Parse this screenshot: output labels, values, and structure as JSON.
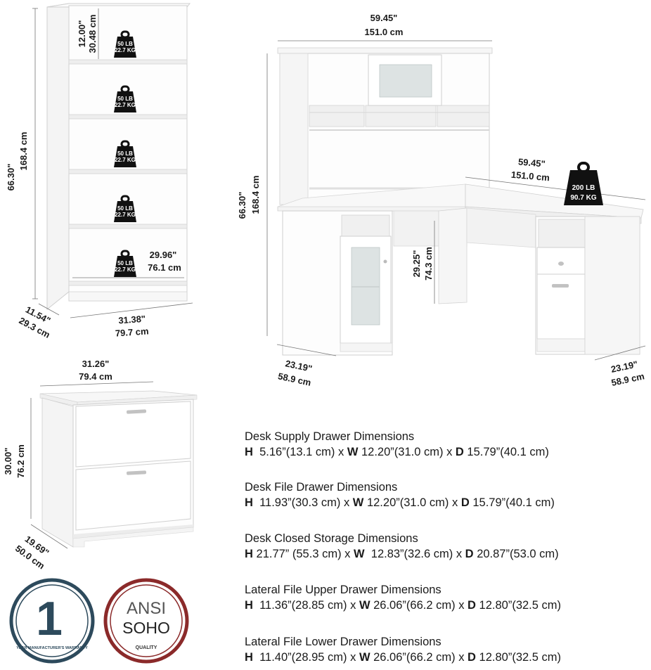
{
  "bookcase": {
    "height_in": "66.30\"",
    "height_cm": "168.4 cm",
    "depth_in": "11.54\"",
    "depth_cm": "29.3 cm",
    "width_in": "31.38\"",
    "width_cm": "79.7 cm",
    "shelf_gap_in": "12.00\"",
    "shelf_gap_cm": "30.48 cm",
    "shelf_width_in": "29.96\"",
    "shelf_width_cm": "76.1 cm",
    "shelf_load_lb": "50 LB",
    "shelf_load_kg": "22.7 KG"
  },
  "desk": {
    "hutch_width_in": "59.45\"",
    "hutch_width_cm": "151.0 cm",
    "return_width_in": "59.45\"",
    "return_width_cm": "151.0 cm",
    "height_in": "66.30\"",
    "height_cm": "168.4 cm",
    "knee_height_in": "29.25\"",
    "knee_height_cm": "74.3 cm",
    "left_depth_in": "23.19\"",
    "left_depth_cm": "58.9 cm",
    "right_depth_in": "23.19\"",
    "right_depth_cm": "58.9 cm",
    "load_lb": "200 LB",
    "load_kg": "90.7 KG"
  },
  "lateral_file": {
    "width_in": "31.26\"",
    "width_cm": "79.4 cm",
    "height_in": "30.00\"",
    "height_cm": "76.2 cm",
    "depth_in": "19.69\"",
    "depth_cm": "50.0 cm"
  },
  "badges": {
    "warranty_number": "1",
    "warranty_text": "YEAR MANUFACTURER'S WARRANTY",
    "ansi_line1": "ANSI",
    "ansi_line2": "SOHO",
    "ansi_line3": "QUALITY"
  },
  "specs": [
    {
      "title": "Desk Supply Drawer Dimensions",
      "h": "5.16”(13.1 cm)",
      "w": "12.20”(31.0 cm)",
      "d": "15.79”(40.1 cm)"
    },
    {
      "title": "Desk File Drawer Dimensions",
      "h": "11.93”(30.3 cm)",
      "w": "12.20”(31.0 cm)",
      "d": "15.79”(40.1 cm)"
    },
    {
      "title": "Desk Closed Storage Dimensions",
      "h": "21.77” (55.3 cm)",
      "w": "12.83”(32.6 cm)",
      "d": "20.87”(53.0 cm)"
    },
    {
      "title": "Lateral File Upper Drawer Dimensions",
      "h": "11.36”(28.85 cm)",
      "w": "26.06”(66.2 cm)",
      "d": "12.80”(32.5 cm)"
    },
    {
      "title": "Lateral File Lower Drawer Dimensions",
      "h": "11.40”(28.95 cm)",
      "w": "26.06”(66.2 cm)",
      "d": "12.80”(32.5 cm)"
    }
  ],
  "spec_labels": {
    "h": "H",
    "w": "W",
    "d": "D",
    "x": "x"
  }
}
